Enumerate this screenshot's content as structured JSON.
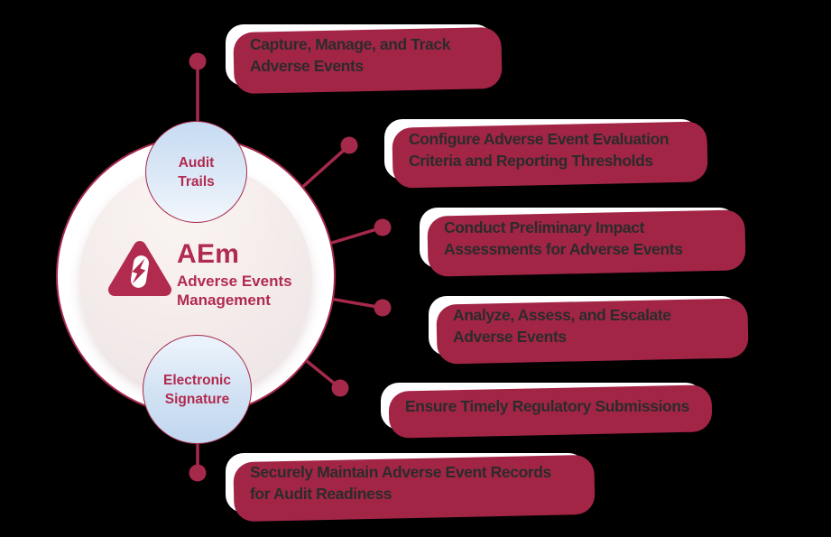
{
  "diagram_title": "AEm Adverse Events Management feature diagram",
  "colors": {
    "background": "#000000",
    "crimson_accent": "#a5294b",
    "card_shadow": "#a32546",
    "card_text": "#2b2b2b",
    "brand_text": "#b12a50",
    "satellite_fill_top": "#c6dbf2",
    "inner_circle_fill": "#f3ebea",
    "card_fill": "#ffffff"
  },
  "center": {
    "icon": "adverse-event-warning-pill-bolt-icon",
    "abbr": "AEm",
    "name_line1": "Adverse Events",
    "name_line2": "Management"
  },
  "satellites": [
    {
      "id": "audit-trails",
      "line1": "Audit",
      "line2": "Trails"
    },
    {
      "id": "electronic-signature",
      "line1": "Electronic",
      "line2": "Signature"
    }
  ],
  "features": [
    {
      "lines": [
        "Capture, Manage, and Track",
        "Adverse Events"
      ]
    },
    {
      "lines": [
        "Configure Adverse Event Evaluation",
        "Criteria and Reporting Thresholds"
      ]
    },
    {
      "lines": [
        "Conduct Preliminary Impact",
        "Assessments for Adverse Events"
      ]
    },
    {
      "lines": [
        "Analyze, Assess, and Escalate",
        "Adverse Events"
      ]
    },
    {
      "lines": [
        "Ensure Timely Regulatory Submissions"
      ]
    },
    {
      "lines": [
        "Securely Maintain Adverse Event Records",
        "for Audit Readiness"
      ]
    }
  ]
}
